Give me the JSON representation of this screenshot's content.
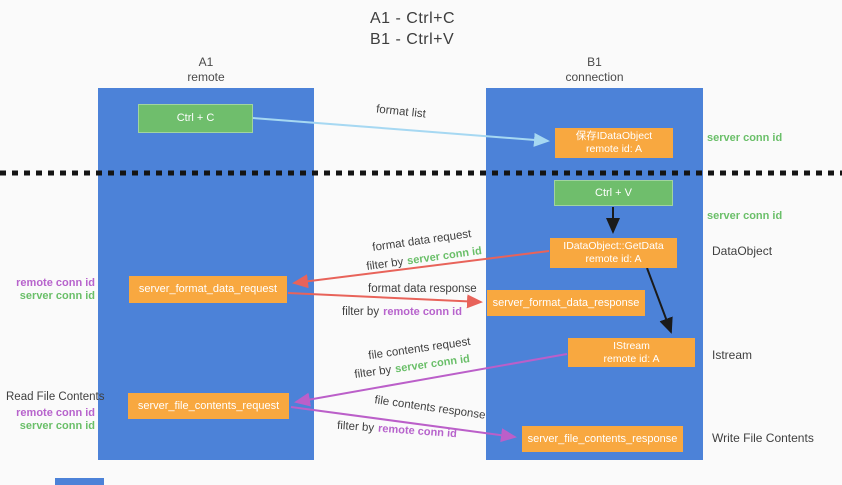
{
  "title": {
    "line1": "A1 - Ctrl+C",
    "line2": "B1 - Ctrl+V"
  },
  "columns": {
    "a1": {
      "name": "A1",
      "subtitle": "remote"
    },
    "b1": {
      "name": "B1",
      "subtitle": "connection"
    }
  },
  "nodes": {
    "ctrl_c": {
      "label": "Ctrl + C"
    },
    "ctrl_v": {
      "label": "Ctrl + V"
    },
    "save_dataobject": {
      "line1": "保存IDataObject",
      "line2": "remote id: A"
    },
    "getdata": {
      "line1": "IDataObject::GetData",
      "line2": "remote id: A"
    },
    "istream": {
      "line1": "IStream",
      "line2": "remote id: A"
    },
    "format_data_request": {
      "label": "server_format_data_request"
    },
    "format_data_response": {
      "label": "server_format_data_response"
    },
    "file_contents_request": {
      "label": "server_file_contents_request"
    },
    "file_contents_response": {
      "label": "server_file_contents_response"
    }
  },
  "arrow_labels": {
    "format_list": "format list",
    "format_data_request": "format data request",
    "format_data_response": "format data response",
    "file_contents_request": "file contents request",
    "file_contents_response": "file contents response",
    "filter_by": "filter by",
    "server_conn_id": "server conn id",
    "remote_conn_id": "remote conn id"
  },
  "side_labels": {
    "server_conn_id_top": "server conn id",
    "server_conn_id_mid": "server conn id",
    "dataobject": "DataObject",
    "istream": "Istream",
    "write_file_contents": "Write File Contents",
    "read_file_contents": "Read File Contents",
    "remote_conn_id_1": "remote conn id",
    "server_conn_id_1": "server conn id",
    "remote_conn_id_2": "remote conn id",
    "server_conn_id_2": "server conn id"
  },
  "colors": {
    "column_blue": "#4c82d8",
    "node_green": "#6fbe6c",
    "node_orange": "#f8a840",
    "arrow_lightblue": "#a6d8f2",
    "arrow_red": "#e8635a",
    "arrow_purple": "#bb5fc9",
    "arrow_black": "#1a1a1a",
    "text_green": "#6abf69",
    "text_purple": "#b763cc",
    "text_dark": "#3f3f3f"
  }
}
